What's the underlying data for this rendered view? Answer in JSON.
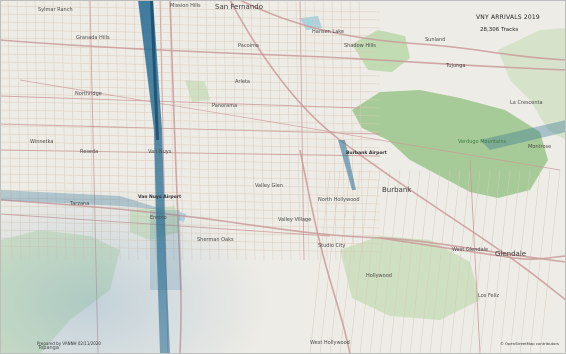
{
  "map": {
    "title": "VNY ARRIVALS 2019",
    "subtitle": "28,306 Tracks",
    "credit": "Prepared by VANNH 02/11/2020",
    "attribution": "© OpenStreetMap contributors",
    "colors": {
      "land": "#eeece6",
      "park": "#b9d8a8",
      "park_dark": "#8fc07e",
      "water": "#aad3df",
      "road_major": "#c99a9a",
      "road_minor": "#d8c9b7",
      "track": "#2c6f95"
    },
    "labels": [
      {
        "id": "sylmar-label",
        "text": "Sylmar Ranch",
        "cls": ""
      },
      {
        "id": "granada-hills-label",
        "text": "Granada Hills",
        "cls": ""
      },
      {
        "id": "san-fernando-label",
        "text": "San Fernando",
        "cls": "city"
      },
      {
        "id": "mission-hills-label",
        "text": "Mission Hills",
        "cls": ""
      },
      {
        "id": "pacoima-label",
        "text": "Pacoima",
        "cls": ""
      },
      {
        "id": "arleta-label",
        "text": "Arleta",
        "cls": ""
      },
      {
        "id": "northridge-label",
        "text": "Northridge",
        "cls": ""
      },
      {
        "id": "panorama-label",
        "text": "Panorama",
        "cls": ""
      },
      {
        "id": "winnetka-label",
        "text": "Winnetka",
        "cls": ""
      },
      {
        "id": "reseda-label",
        "text": "Reseda",
        "cls": ""
      },
      {
        "id": "van-nuys-label",
        "text": "Van Nuys",
        "cls": ""
      },
      {
        "id": "valley-glen-label",
        "text": "Valley Glen",
        "cls": ""
      },
      {
        "id": "north-hollywood-label",
        "text": "North Hollywood",
        "cls": ""
      },
      {
        "id": "burbank-label",
        "text": "Burbank",
        "cls": "city"
      },
      {
        "id": "encino-label",
        "text": "Encino",
        "cls": ""
      },
      {
        "id": "valley-village-label",
        "text": "Valley Village",
        "cls": ""
      },
      {
        "id": "sherman-oaks-label",
        "text": "Sherman Oaks",
        "cls": ""
      },
      {
        "id": "studio-city-label",
        "text": "Studio City",
        "cls": ""
      },
      {
        "id": "hollywood-label",
        "text": "Hollywood",
        "cls": ""
      },
      {
        "id": "glendale-label",
        "text": "Glendale",
        "cls": "city"
      },
      {
        "id": "west-glendale-label",
        "text": "West Glendale",
        "cls": ""
      },
      {
        "id": "west-hollywood-label",
        "text": "West Hollywood",
        "cls": ""
      },
      {
        "id": "verdugo-mountains-label",
        "text": "Verdugo Mountains",
        "cls": "park"
      },
      {
        "id": "shadow-hills-label",
        "text": "Shadow Hills",
        "cls": ""
      },
      {
        "id": "sunland-label",
        "text": "Sunland",
        "cls": ""
      },
      {
        "id": "la-crescenta-label",
        "text": "La Crescenta",
        "cls": ""
      },
      {
        "id": "montrose-label",
        "text": "Montrose",
        "cls": ""
      },
      {
        "id": "hansen-lake-label",
        "text": "Hansen Lake",
        "cls": ""
      },
      {
        "id": "tujunga-label",
        "text": "Tujunga",
        "cls": ""
      },
      {
        "id": "tarzana-label",
        "text": "Tarzana",
        "cls": ""
      },
      {
        "id": "van-nuys-airport-label",
        "text": "Van Nuys Airport",
        "cls": "airport"
      },
      {
        "id": "bob-hope-airport-label",
        "text": "Burbank Airport",
        "cls": "airport"
      },
      {
        "id": "los-feliz-label",
        "text": "Los Feliz",
        "cls": ""
      },
      {
        "id": "topanga-label",
        "text": "Topanga",
        "cls": ""
      }
    ]
  }
}
